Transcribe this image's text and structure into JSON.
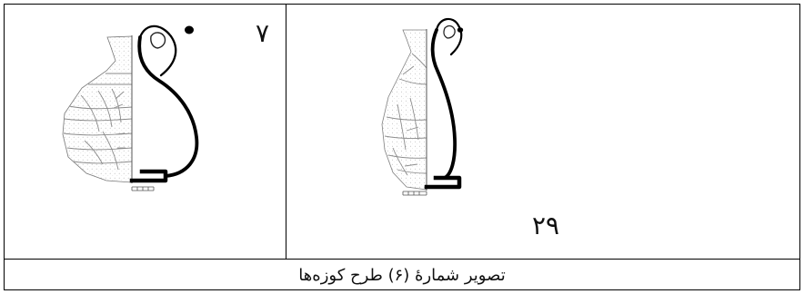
{
  "figures": {
    "item_1_number": "٧",
    "item_2_number": "٢٩"
  },
  "caption": "تصویر شمارهٔ (۶) طرح کوزه‌ها"
}
